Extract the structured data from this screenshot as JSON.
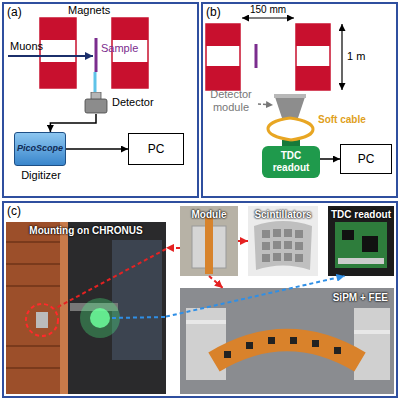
{
  "diagram": {
    "nodes": [
      {
        "text": [
          "(a)"
        ]
      },
      {
        "text": [
          "Detector"
        ],
        "in": 0
      },
      {
        "text": [
          "PicoScope",
          "Digitizer"
        ],
        "in": 0
      },
      {
        "text": [
          "PC"
        ],
        "in": 0
      },
      {
        "text": [
          "(b)"
        ]
      },
      {
        "text": [
          "Detector module"
        ],
        "in": 4
      },
      {
        "text": [
          "TDC readout"
        ],
        "in": 4
      },
      {
        "text": [
          "PC"
        ],
        "in": 4
      },
      {
        "text": [
          "(c)"
        ]
      },
      {
        "text": [
          "Mounting on CHRONUS"
        ],
        "in": 8
      },
      {
        "text": [
          "Module"
        ],
        "in": 8
      },
      {
        "text": [
          "Scintillators"
        ],
        "in": 8
      },
      {
        "text": [
          "TDC readout"
        ],
        "in": 8
      },
      {
        "text": [
          "SiPM + FEE"
        ],
        "in": 8
      }
    ],
    "edges": [
      {
        "from": 1,
        "to": 2,
        "arrow": "to"
      },
      {
        "from": 2,
        "to": 3,
        "arrow": "to"
      },
      {
        "from": 5,
        "to": 6,
        "label": "Soft cable",
        "arrow": "none"
      },
      {
        "from": 6,
        "to": 7,
        "arrow": "to"
      },
      {
        "from": 10,
        "to": 9,
        "arrow": "to"
      },
      {
        "from": 10,
        "to": 11,
        "arrow": "to"
      },
      {
        "from": 10,
        "to": 13,
        "arrow": "to"
      },
      {
        "from": 9,
        "to": 12,
        "arrow": "to"
      }
    ],
    "labels": [
      "Magnets",
      "Muons",
      "Sample",
      "150 mm",
      "1 m"
    ]
  }
}
